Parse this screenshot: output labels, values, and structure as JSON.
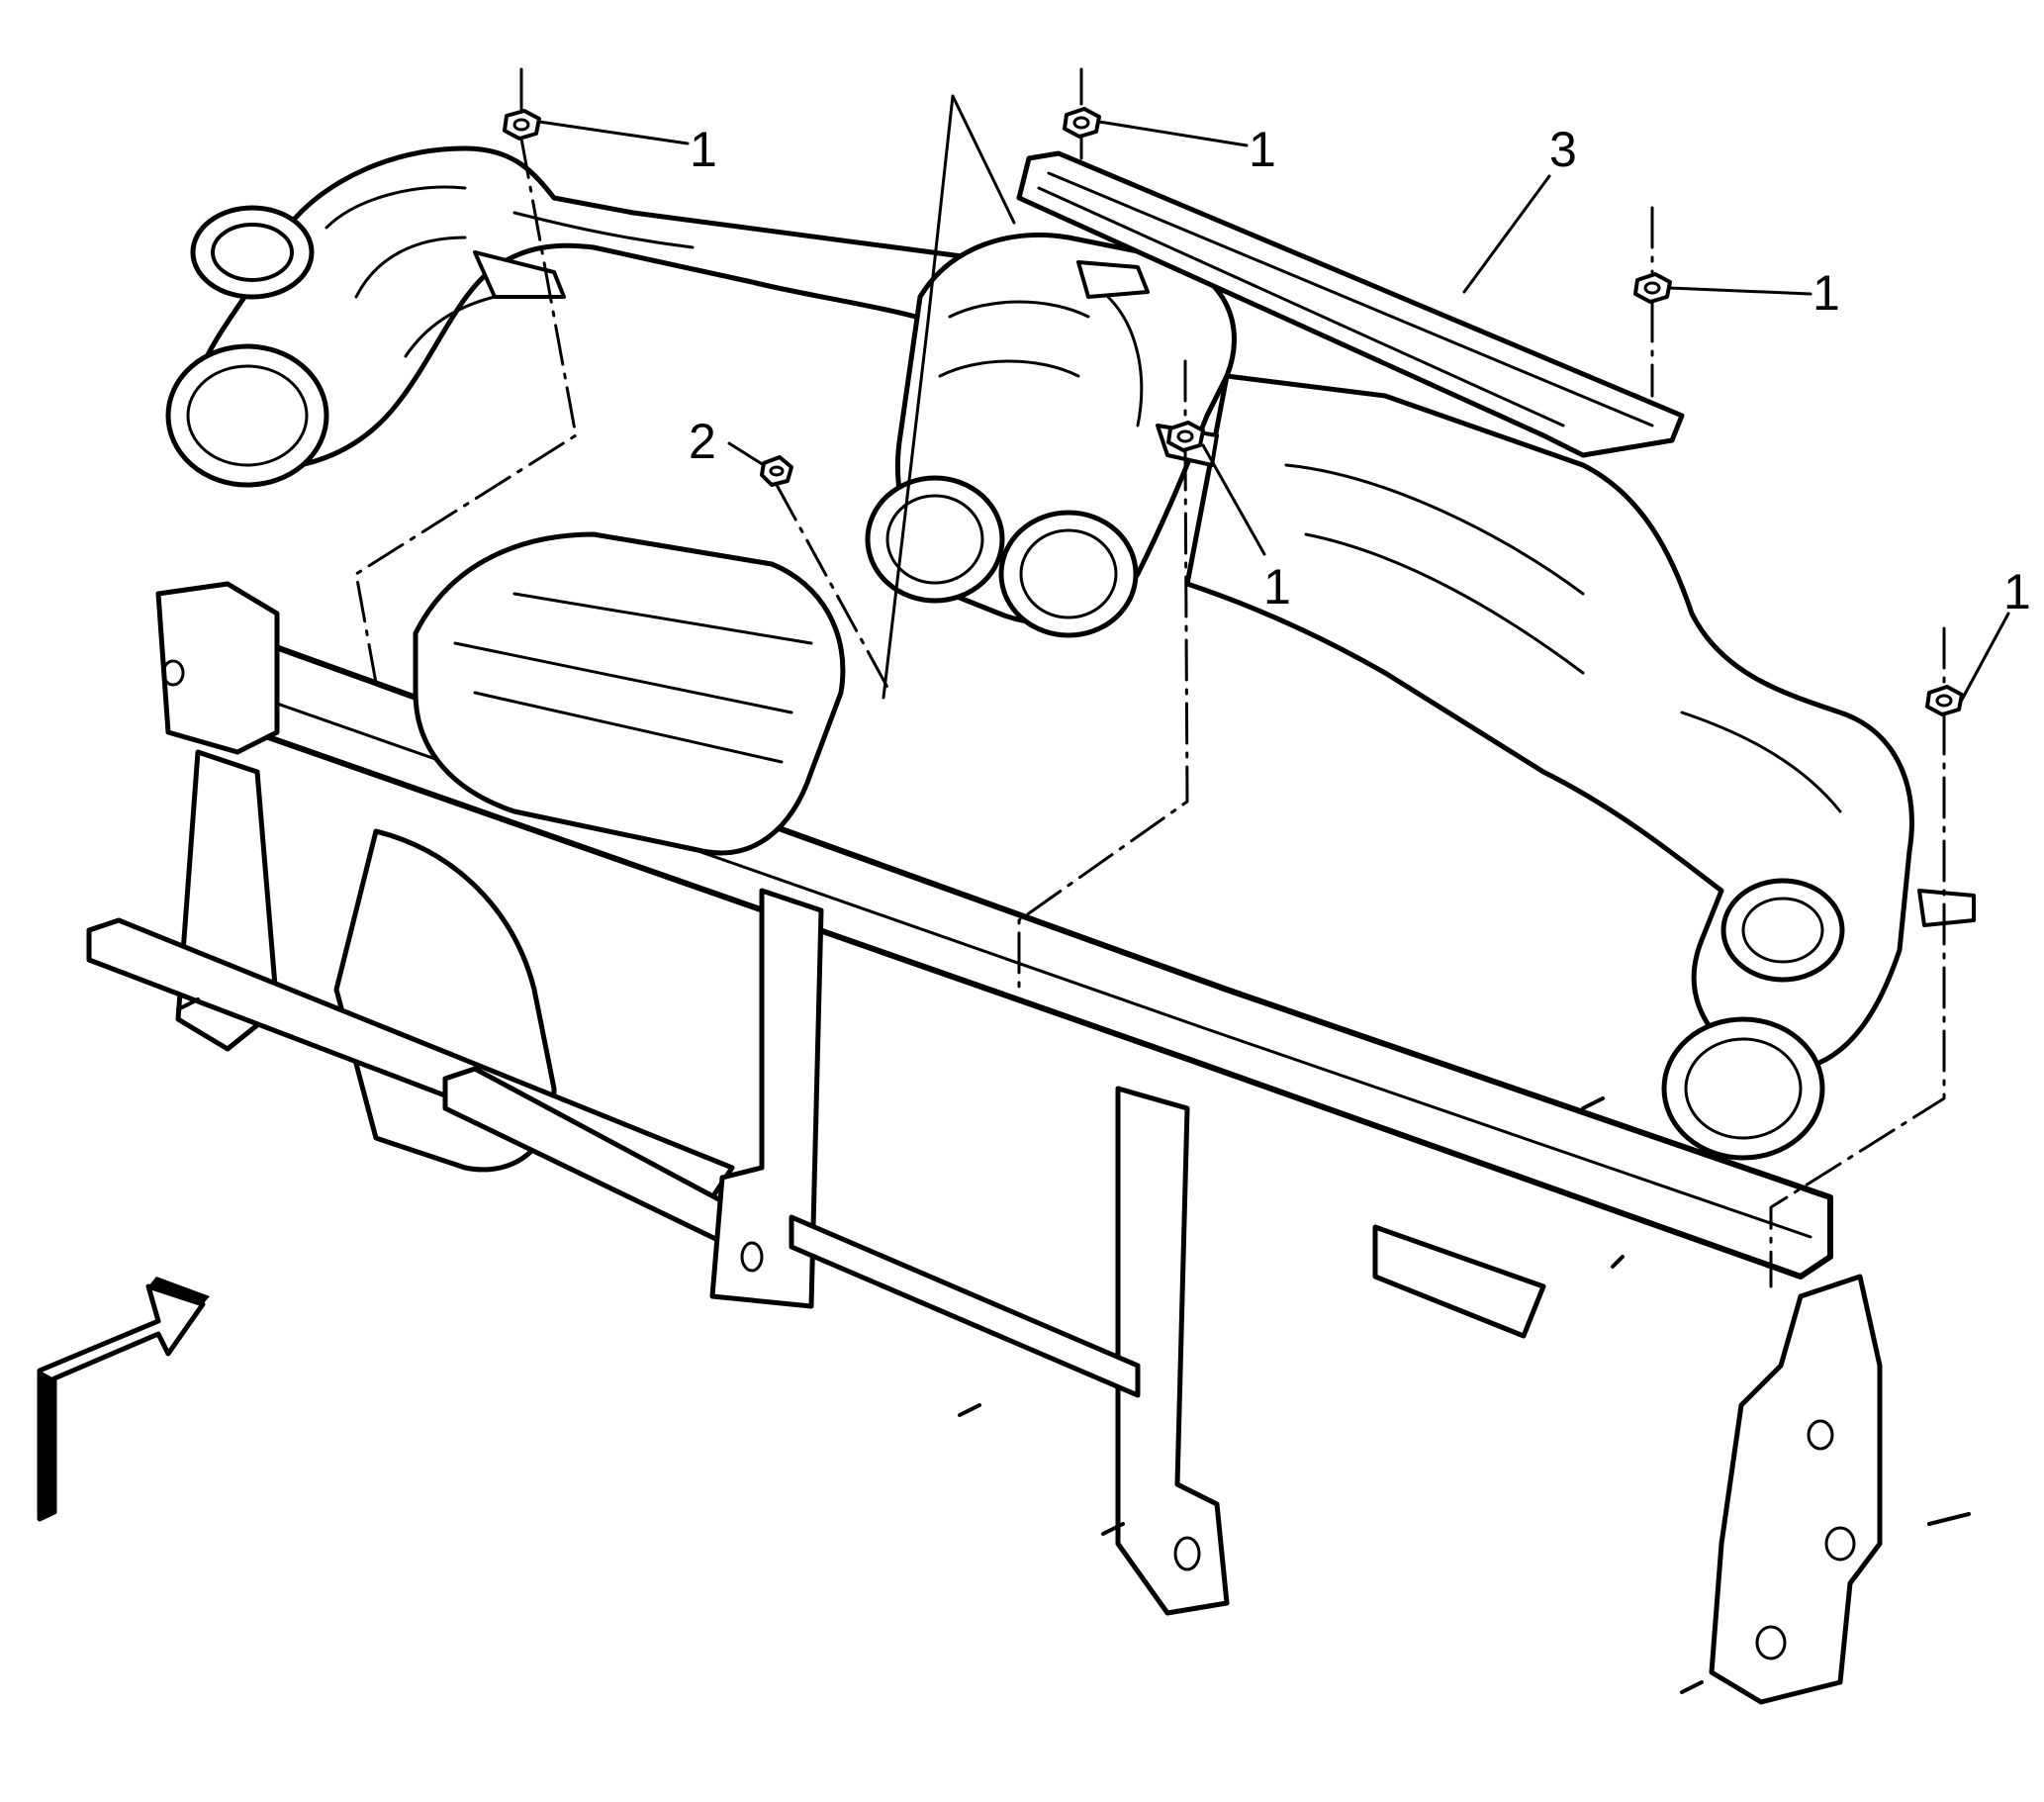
{
  "diagram": {
    "callouts": [
      {
        "id": "c1",
        "text": "1"
      },
      {
        "id": "c2",
        "text": "1"
      },
      {
        "id": "c3",
        "text": "3"
      },
      {
        "id": "c4",
        "text": "1"
      },
      {
        "id": "c5",
        "text": "2"
      },
      {
        "id": "c6",
        "text": "1"
      },
      {
        "id": "c7",
        "text": "1"
      }
    ],
    "colors": {
      "line": "#000000",
      "background": "#ffffff"
    }
  }
}
